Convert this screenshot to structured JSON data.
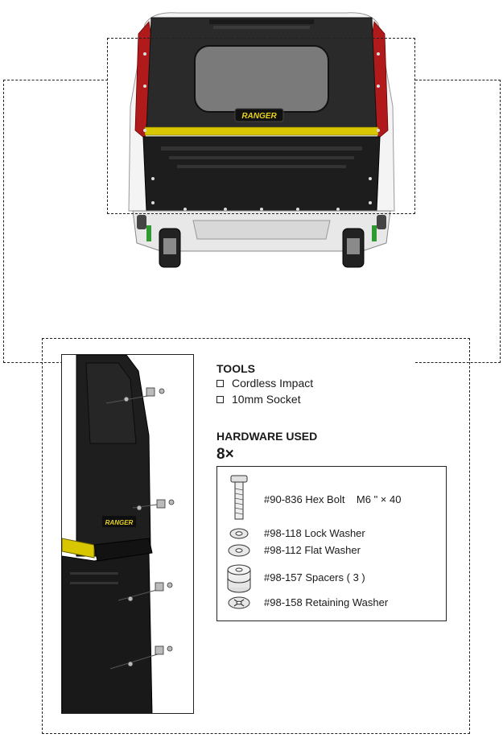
{
  "tools": {
    "title": "TOOLS",
    "items": [
      "Cordless Impact",
      "10mm Socket"
    ]
  },
  "hardware": {
    "title": "HARDWARE USED",
    "quantity": "8×",
    "items": [
      {
        "part": "#90-836 Hex Bolt",
        "spec": "M6 \" × 40",
        "icon": "hex-bolt-icon"
      },
      {
        "part": "#98-118 Lock Washer",
        "icon": "lock-washer-icon"
      },
      {
        "part": "#98-112 Flat Washer",
        "icon": "flat-washer-icon"
      },
      {
        "part": "#98-157 Spacers ( 3 )",
        "icon": "spacers-icon"
      },
      {
        "part": "#98-158 Retaining Washer",
        "icon": "retaining-washer-icon"
      }
    ]
  },
  "branding": {
    "logo_text": "RANGER",
    "logo_color": "#e8d21a",
    "trim_color": "#d8c600"
  }
}
